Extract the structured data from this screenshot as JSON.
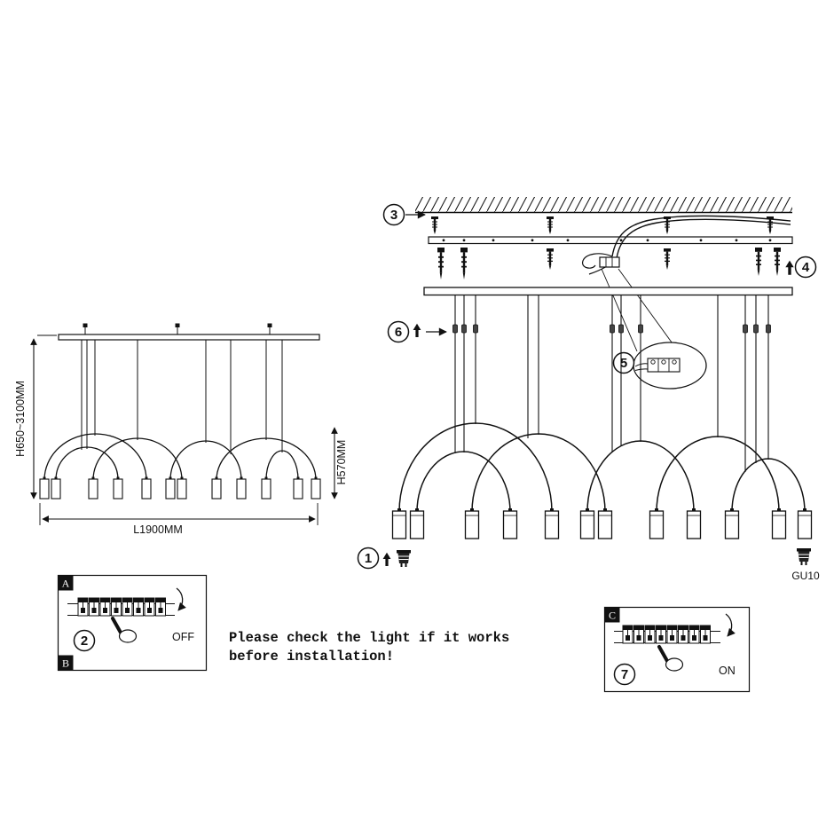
{
  "figure": {
    "kind": "pendant-lamp-installation-diagram",
    "ink": "#111111",
    "bg": "#ffffff"
  },
  "steps": {
    "one": "1",
    "two": "2",
    "three": "3",
    "four": "4",
    "five": "5",
    "six": "6",
    "seven": "7"
  },
  "dimensions": {
    "height_range": "H650~3100MM",
    "fixture_drop": "H570MM",
    "length": "L1900MM"
  },
  "labels": {
    "bulb": "GU10",
    "off": "OFF",
    "on": "ON",
    "panel_a": "A",
    "panel_b": "B",
    "panel_c": "C"
  },
  "notice": {
    "line1": "Please check the light if it works",
    "line2": "before installation!"
  }
}
